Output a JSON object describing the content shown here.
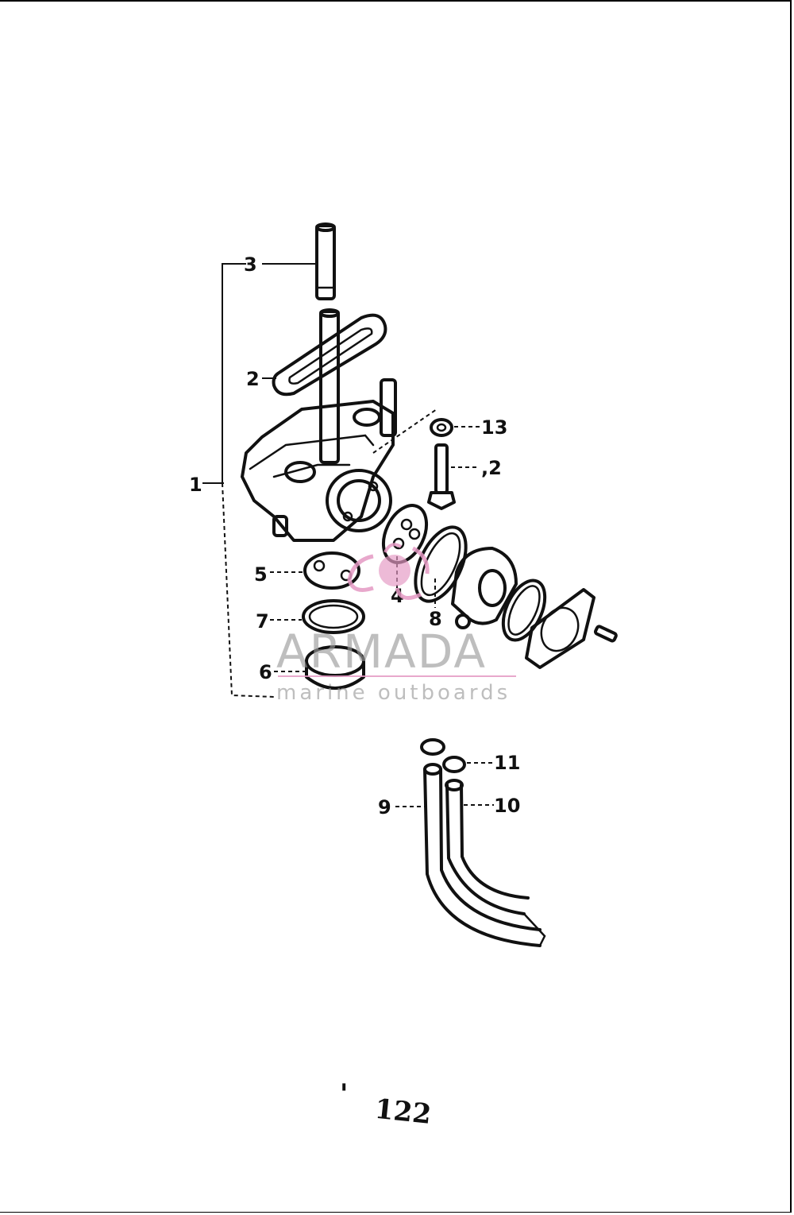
{
  "diagram": {
    "callouts": [
      {
        "id": "1",
        "label": "1"
      },
      {
        "id": "2",
        "label": "2"
      },
      {
        "id": "3",
        "label": "3"
      },
      {
        "id": "4",
        "label": "4"
      },
      {
        "id": "5",
        "label": "5"
      },
      {
        "id": "6",
        "label": "6"
      },
      {
        "id": "7",
        "label": "7"
      },
      {
        "id": "8",
        "label": "8"
      },
      {
        "id": "9",
        "label": "9"
      },
      {
        "id": "10",
        "label": "10"
      },
      {
        "id": "11",
        "label": "11"
      },
      {
        "id": "12",
        "label": ",2"
      },
      {
        "id": "13",
        "label": "13"
      }
    ],
    "page_number": "122",
    "page_mark": "'"
  },
  "watermark": {
    "brand": "ARMADA",
    "tagline": "marine outboards",
    "accent_color": "#e59ac4",
    "text_color": "#9a9a9a"
  }
}
